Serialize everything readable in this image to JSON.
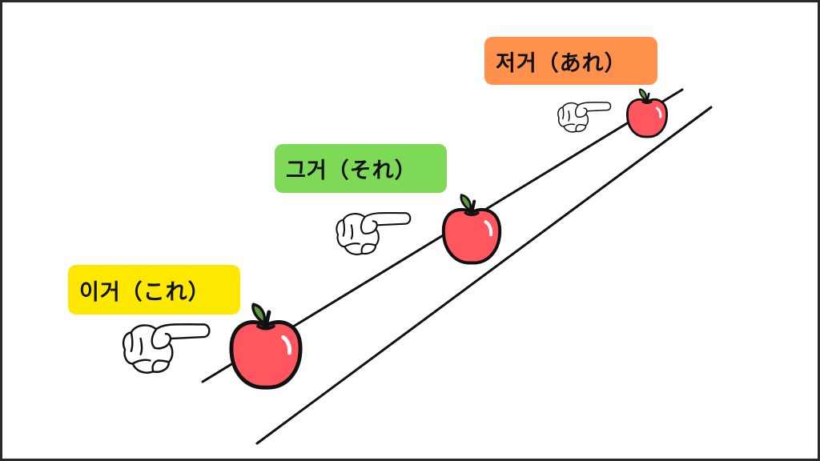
{
  "labels": [
    {
      "id": "this",
      "text": "이거（これ）",
      "color": "#FFE800"
    },
    {
      "id": "that-near",
      "text": "그거（それ）",
      "color": "#7ED957"
    },
    {
      "id": "that-far",
      "text": "저거（あれ）",
      "color": "#FF914D"
    }
  ],
  "colors": {
    "apple_fill": "#FF5660",
    "apple_outline": "#111111",
    "leaf": "#5E9B45",
    "hand_fill": "#FFFFFF",
    "line": "#111111",
    "frame_border": "#2A2A2A",
    "background": "#FFFFFF"
  },
  "icons": {
    "apple": "apple-icon",
    "pointing_hand": "pointing-hand-icon"
  }
}
